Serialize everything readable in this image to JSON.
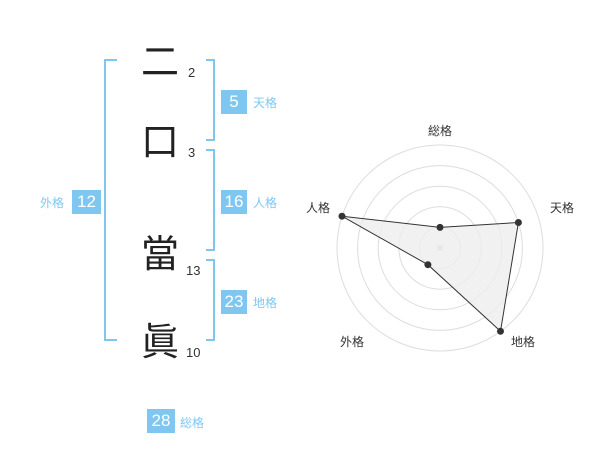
{
  "name": {
    "characters": [
      {
        "char": "二",
        "strokes": "2"
      },
      {
        "char": "口",
        "strokes": "3"
      },
      {
        "char": "當",
        "strokes": "13"
      },
      {
        "char": "眞",
        "strokes": "10"
      }
    ]
  },
  "fortunes": {
    "tenkaku": {
      "label": "天格",
      "value": "5"
    },
    "jinkaku": {
      "label": "人格",
      "value": "16"
    },
    "chikaku": {
      "label": "地格",
      "value": "23"
    },
    "gaikaku": {
      "label": "外格",
      "value": "12"
    },
    "soukaku": {
      "label": "総格",
      "value": "28"
    }
  },
  "colors": {
    "accent": "#7fc7f0",
    "radar_line": "#333333",
    "radar_fill": "#eeeeee",
    "grid": "#dddddd"
  },
  "chart_data": {
    "type": "radar",
    "axes": [
      "総格",
      "天格",
      "地格",
      "外格",
      "人格"
    ],
    "values": [
      1,
      4,
      5,
      1,
      5
    ],
    "range": [
      0,
      5
    ],
    "grid_rings": 5
  }
}
